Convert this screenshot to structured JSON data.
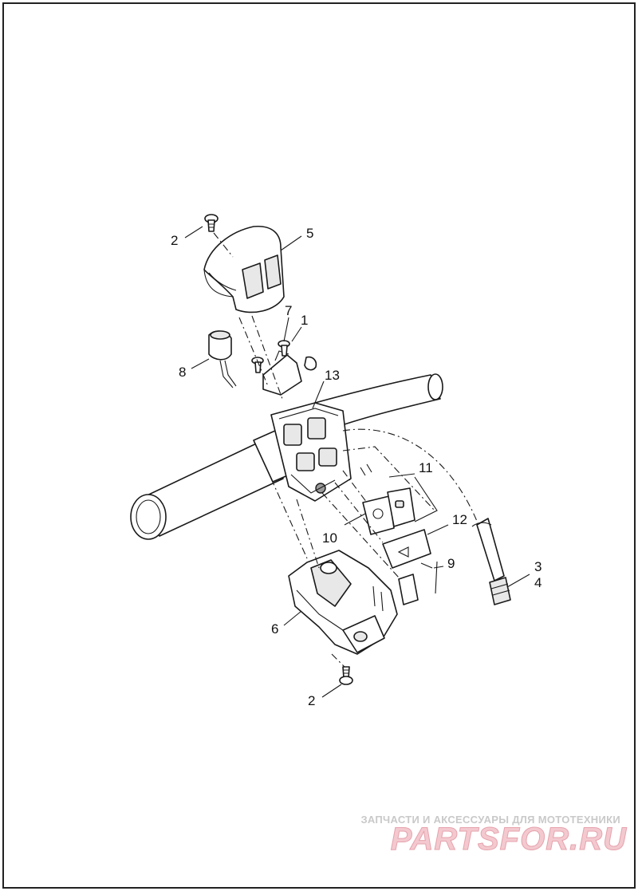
{
  "callouts": [
    {
      "id": "c-2a",
      "label": "2"
    },
    {
      "id": "c-5",
      "label": "5"
    },
    {
      "id": "c-7",
      "label": "7"
    },
    {
      "id": "c-1",
      "label": "1"
    },
    {
      "id": "c-8",
      "label": "8"
    },
    {
      "id": "c-13",
      "label": "13"
    },
    {
      "id": "c-11",
      "label": "11"
    },
    {
      "id": "c-12",
      "label": "12"
    },
    {
      "id": "c-10",
      "label": "10"
    },
    {
      "id": "c-9",
      "label": "9"
    },
    {
      "id": "c-3",
      "label": "3"
    },
    {
      "id": "c-4",
      "label": "4"
    },
    {
      "id": "c-6",
      "label": "6"
    },
    {
      "id": "c-2b",
      "label": "2"
    }
  ],
  "watermark": {
    "caption": "ЗАПЧАСТИ И АКСЕССУАРЫ ДЛЯ МОТОТЕХНИКИ",
    "logo": "PARTSFOR.RU"
  },
  "colors": {
    "line": "#1a1a1a",
    "watermark_pink": "#f3c9cf"
  }
}
